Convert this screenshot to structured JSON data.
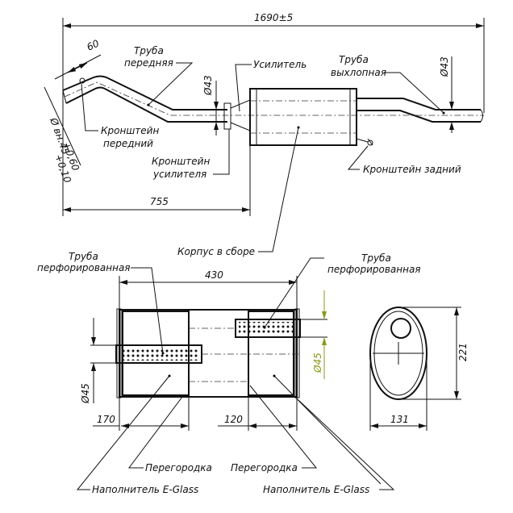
{
  "top_view": {
    "overall_length": "1690±5",
    "front_offset": "60",
    "body_position": "755",
    "front_pipe_diameter": "Ø43",
    "tail_pipe_diameter": "Ø43",
    "inner_diameter_label": "Ø вн.45",
    "inner_diameter_tol_upper": "+0,60",
    "inner_diameter_tol_lower": "+0,10",
    "labels": {
      "front_pipe_1": "Труба",
      "front_pipe_2": "передняя",
      "reinforcer": "Усилитель",
      "tail_pipe_1": "Труба",
      "tail_pipe_2": "выхлопная",
      "front_bracket_1": "Кронштейн",
      "front_bracket_2": "передний",
      "reinforcer_bracket_1": "Кронштейн",
      "reinforcer_bracket_2": "усилителя",
      "rear_bracket": "Кронштейн задний",
      "body_assembly": "Корпус в сборе"
    }
  },
  "section_view": {
    "body_length": "430",
    "left_chamber": "170",
    "right_chamber": "120",
    "left_tube_diameter": "Ø45",
    "right_tube_diameter": "Ø45",
    "labels": {
      "perf_tube_left_1": "Труба",
      "perf_tube_left_2": "перфорированная",
      "perf_tube_right_1": "Труба",
      "perf_tube_right_2": "перфорированная",
      "partition_left": "Перегородка",
      "partition_right": "Перегородка",
      "filler_left": "Наполнитель E-Glass",
      "filler_right": "Наполнитель E-Glass"
    }
  },
  "end_view": {
    "height": "221",
    "width": "131"
  },
  "colors": {
    "line": "#111111",
    "accent_dimension": "#8a9a1a"
  }
}
